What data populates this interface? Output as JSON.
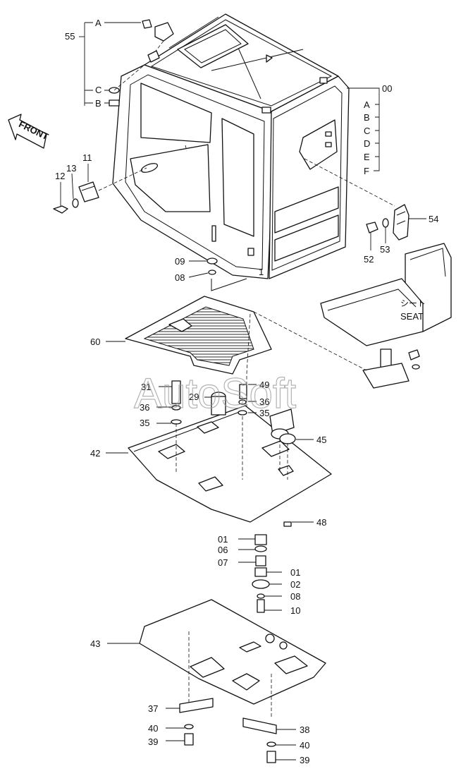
{
  "watermark": "AutoSoft",
  "front_label": "FRONT",
  "seat_label_jp": "シート",
  "seat_label_en": "SEAT",
  "callouts": {
    "c55": "55",
    "cA_top": "A",
    "cC_left": "C",
    "cB_left": "B",
    "c00": "00",
    "cA_r": "A",
    "cB_r": "B",
    "cC_r": "C",
    "cD_r": "D",
    "cE_r": "E",
    "cF_r": "F",
    "c11": "11",
    "c12": "12",
    "c13": "13",
    "c54": "54",
    "c52": "52",
    "c53": "53",
    "c09": "09",
    "c08a": "08",
    "c1": "1",
    "c60": "60",
    "c31": "31",
    "c29": "29",
    "c49": "49",
    "c36a": "36",
    "c36b": "36",
    "c35a": "35",
    "c35b": "35",
    "c42": "42",
    "c45": "45",
    "c48": "48",
    "c01a": "01",
    "c06": "06",
    "c07": "07",
    "c01b": "01",
    "c02": "02",
    "c08b": "08",
    "c10": "10",
    "c43": "43",
    "c37": "37",
    "c40a": "40",
    "c39a": "39",
    "c38": "38",
    "c40b": "40",
    "c39b": "39"
  },
  "colors": {
    "line": "#111111",
    "watermark": "#9a9a9a",
    "background": "#ffffff"
  }
}
